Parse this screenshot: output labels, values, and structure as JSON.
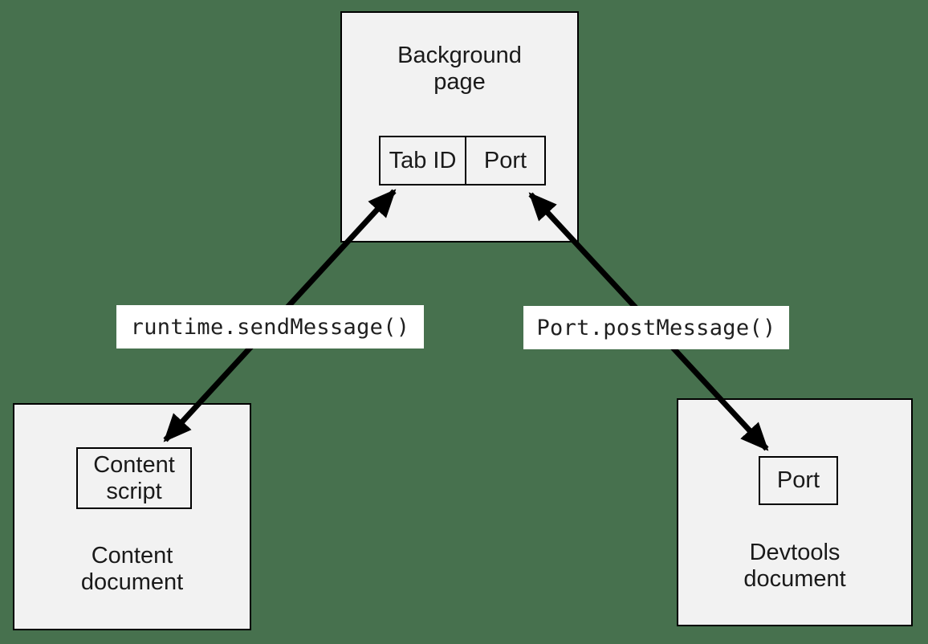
{
  "diagram": {
    "background_color": "#47714E",
    "node_fill": "#F2F2F2",
    "node_border": "#000000",
    "label_fill": "#FFFFFF",
    "arrow_color": "#000000"
  },
  "background_page": {
    "title_line1": "Background",
    "title_line2": "page",
    "slot_tab_id": "Tab ID",
    "slot_port": "Port"
  },
  "content_document": {
    "title_line1": "Content",
    "title_line2": "document",
    "content_script_line1": "Content",
    "content_script_line2": "script"
  },
  "devtools_document": {
    "title_line1": "Devtools",
    "title_line2": "document",
    "slot_port": "Port"
  },
  "edges": {
    "runtime_sendmessage": {
      "label": "runtime.sendMessage()",
      "type": "double-headed-arrow",
      "connects": [
        "content-script",
        "background-page-tab-id"
      ]
    },
    "port_postmessage": {
      "label": "Port.postMessage()",
      "type": "double-headed-arrow",
      "connects": [
        "devtools-document-port",
        "background-page-port"
      ]
    }
  }
}
